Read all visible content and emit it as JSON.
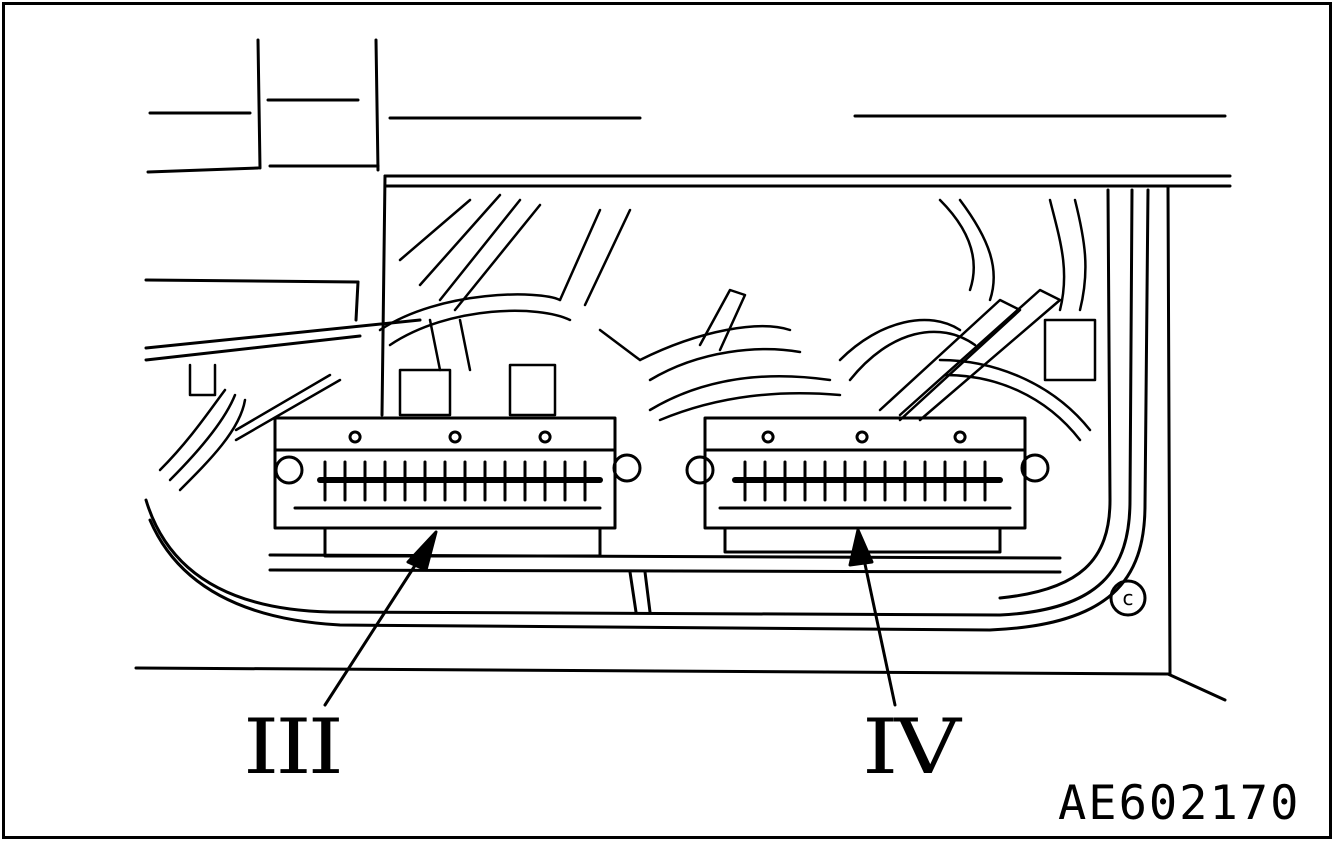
{
  "callouts": {
    "left_connector": "III",
    "right_connector": "IV"
  },
  "figure_code": "AE602170",
  "copyright_symbol": "©",
  "colors": {
    "ink": "#000000",
    "paper": "#ffffff"
  }
}
